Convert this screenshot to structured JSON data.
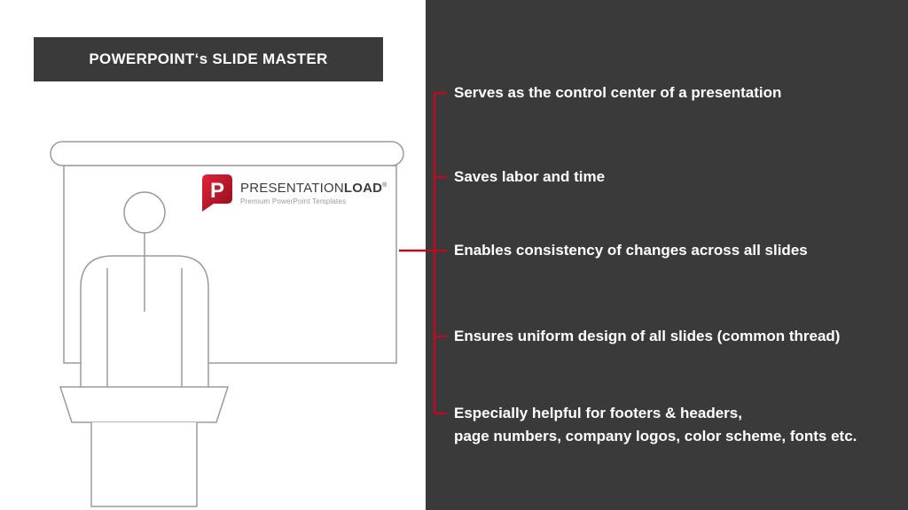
{
  "header": {
    "title": "POWERPOINT‘s SLIDE MASTER"
  },
  "logo": {
    "icon_name": "p-speech-bubble-icon",
    "letter": "P",
    "brand_regular": "PRESENTATION",
    "brand_bold": "LOAD",
    "registered": "®",
    "tagline": "Premium PowerPoint Templates"
  },
  "bullets": [
    "Serves as the control center of a presentation",
    "Saves labor and time",
    "Enables consistency of changes across all slides",
    "Ensures uniform design of all slides (common thread)",
    "Especially helpful for footers & headers,\npage numbers, company logos, color scheme, fonts etc."
  ],
  "colors": {
    "panel_dark": "#3a3a3a",
    "accent_red": "#b50d24",
    "sketch_gray": "#9b9b9b",
    "logo_red_light": "#e32238",
    "logo_red_dark": "#8e0e1f",
    "text_white": "#ffffff"
  }
}
